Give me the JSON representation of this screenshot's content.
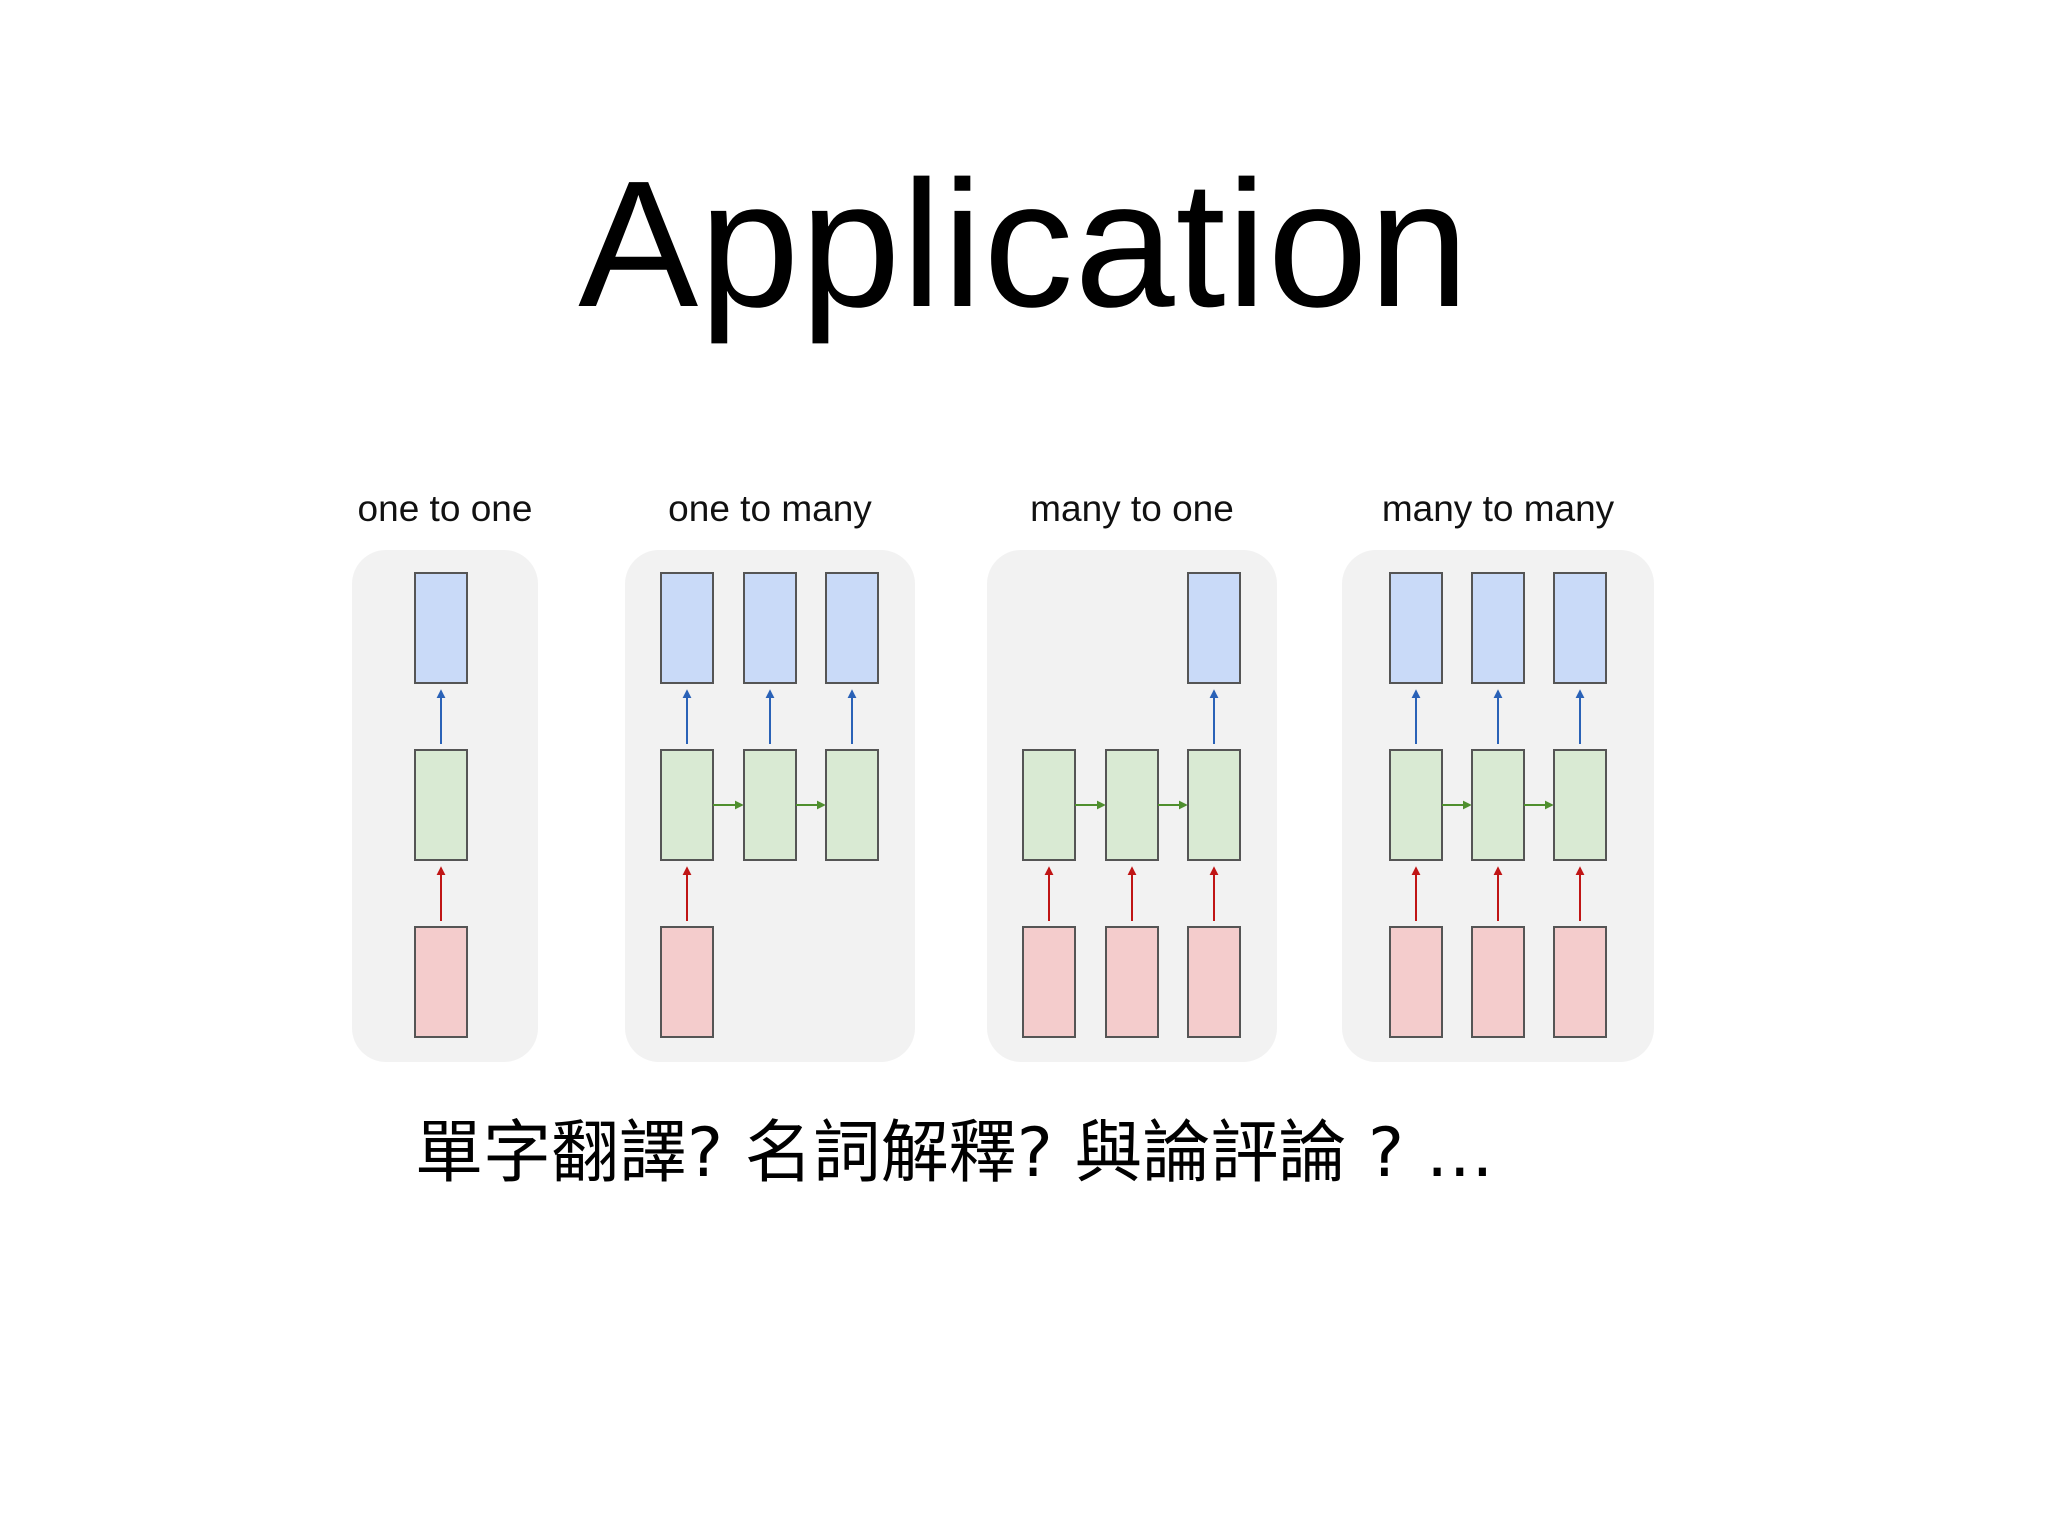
{
  "slide": {
    "title": "Application",
    "caption": "單字翻譯? 名詞解釋?  與論評論 ? …"
  },
  "diagram": {
    "colors": {
      "panel_bg": "#f2f2f2",
      "output_fill": "#c9daf8",
      "hidden_fill": "#d9ead3",
      "input_fill": "#f4cccc",
      "box_stroke": "#555555",
      "output_arrow": "#2a62b7",
      "recurrent_arrow": "#4f8f2e",
      "input_arrow": "#c01515"
    },
    "panels": [
      {
        "label": "one to one",
        "inputs": [
          true
        ],
        "outputs": [
          true
        ],
        "steps": 1
      },
      {
        "label": "one to many",
        "inputs": [
          true,
          false,
          false
        ],
        "outputs": [
          true,
          true,
          true
        ],
        "steps": 3
      },
      {
        "label": "many to one",
        "inputs": [
          true,
          true,
          true
        ],
        "outputs": [
          false,
          false,
          true
        ],
        "steps": 3
      },
      {
        "label": "many to many",
        "inputs": [
          true,
          true,
          true
        ],
        "outputs": [
          true,
          true,
          true
        ],
        "steps": 3
      }
    ]
  }
}
